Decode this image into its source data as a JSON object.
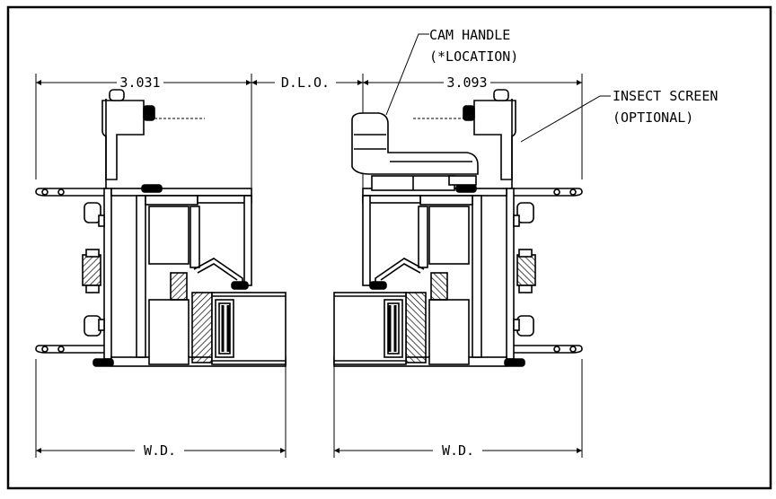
{
  "dimensions": {
    "left_width": "3.031",
    "dlo": "D.L.O.",
    "right_width": "3.093",
    "left_wd": "W.D.",
    "right_wd": "W.D."
  },
  "labels": {
    "cam_handle_line1": "CAM HANDLE",
    "cam_handle_line2": "(*LOCATION)",
    "insect_screen_line1": "INSECT SCREEN",
    "insect_screen_line2": "(OPTIONAL)"
  },
  "colors": {
    "line": "#000000",
    "background": "#ffffff"
  }
}
